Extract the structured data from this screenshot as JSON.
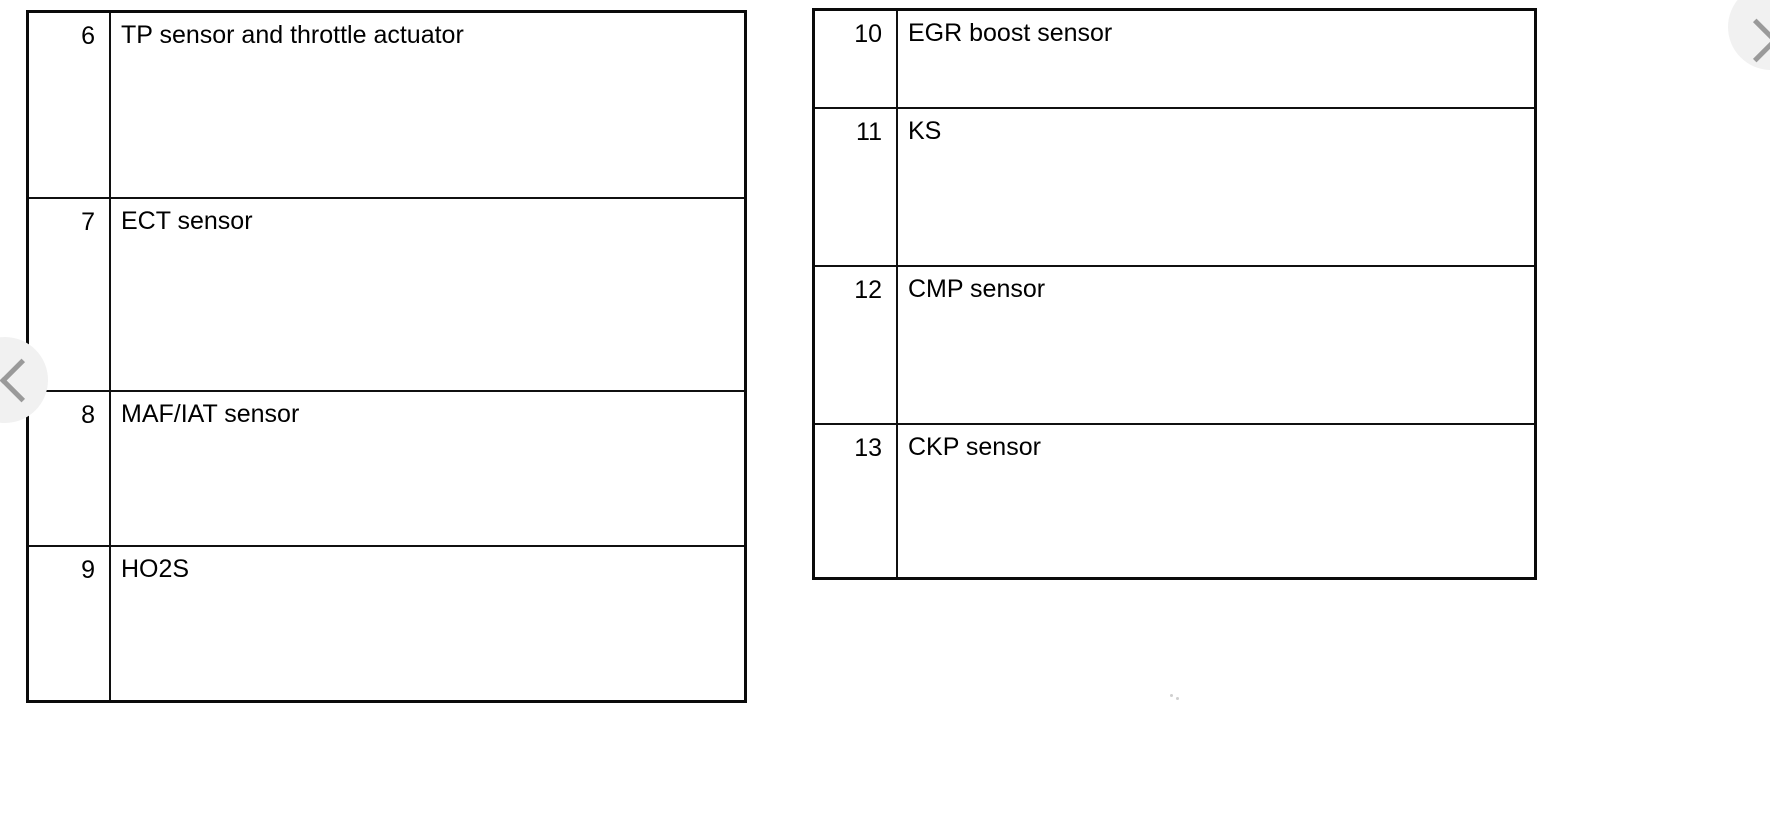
{
  "document": {
    "type": "scanned-service-manual-page",
    "tables": [
      {
        "name": "left-table",
        "columns": [
          "number",
          "component"
        ],
        "rows": [
          {
            "number": "6",
            "component": "TP sensor and throttle actuator"
          },
          {
            "number": "7",
            "component": "ECT sensor"
          },
          {
            "number": "8",
            "component": "MAF/IAT sensor"
          },
          {
            "number": "9",
            "component": "HO2S"
          }
        ]
      },
      {
        "name": "right-table",
        "columns": [
          "number",
          "component"
        ],
        "rows": [
          {
            "number": "10",
            "component": "EGR boost sensor"
          },
          {
            "number": "11",
            "component": "KS"
          },
          {
            "number": "12",
            "component": "CMP sensor"
          },
          {
            "number": "13",
            "component": "CKP sensor"
          }
        ]
      }
    ]
  },
  "viewer": {
    "prev_icon": "chevron-left-icon",
    "next_icon": "chevron-right-icon",
    "prev_label": "",
    "next_label": ""
  },
  "colors": {
    "page_background": "#ffffff",
    "ink": "#000000",
    "rule": "#101010",
    "nav_button_background": "#f1f1f1",
    "nav_chevron": "#9a9a9a"
  }
}
